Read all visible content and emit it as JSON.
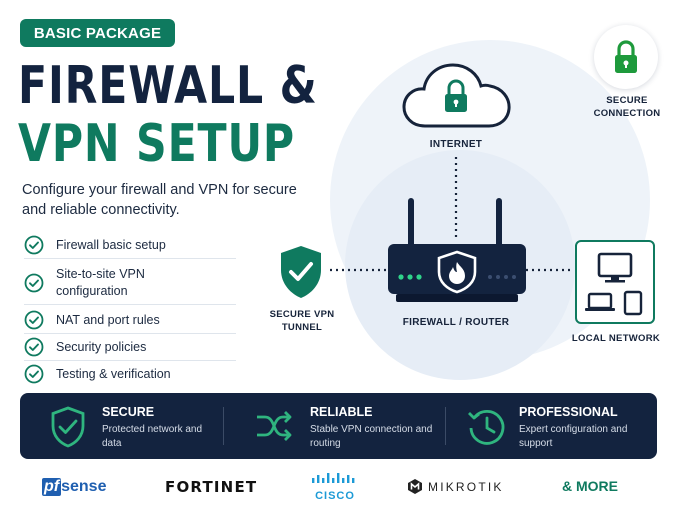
{
  "badge": "BASIC PACKAGE",
  "title_line1": "FIREWALL &",
  "title_line2": "VPN SETUP",
  "subtitle": "Configure your firewall and VPN for secure and reliable connectivity.",
  "features": [
    "Firewall basic setup",
    "Site-to-site VPN configuration",
    "NAT and port rules",
    "Security policies",
    "Testing & verification"
  ],
  "diagram": {
    "internet_label": "INTERNET",
    "secure_connection_label": "SECURE CONNECTION",
    "vpn_tunnel_label": "SECURE VPN TUNNEL",
    "router_label": "FIREWALL / ROUTER",
    "local_network_label": "LOCAL NETWORK"
  },
  "benefits": [
    {
      "icon": "shield-check-icon",
      "title": "SECURE",
      "text": "Protected network and data"
    },
    {
      "icon": "shuffle-icon",
      "title": "RELIABLE",
      "text": "Stable VPN connection and routing"
    },
    {
      "icon": "history-clock-icon",
      "title": "PROFESSIONAL",
      "text": "Expert configuration and support"
    }
  ],
  "brands": {
    "pfsense_pf": "pf",
    "pfsense_rest": "sense",
    "fortinet": "FORTINET",
    "cisco": "CISCO",
    "mikrotik": "MIKROTIK",
    "more": "& MORE"
  },
  "colors": {
    "navy": "#13233f",
    "green": "#0f7a5f"
  }
}
